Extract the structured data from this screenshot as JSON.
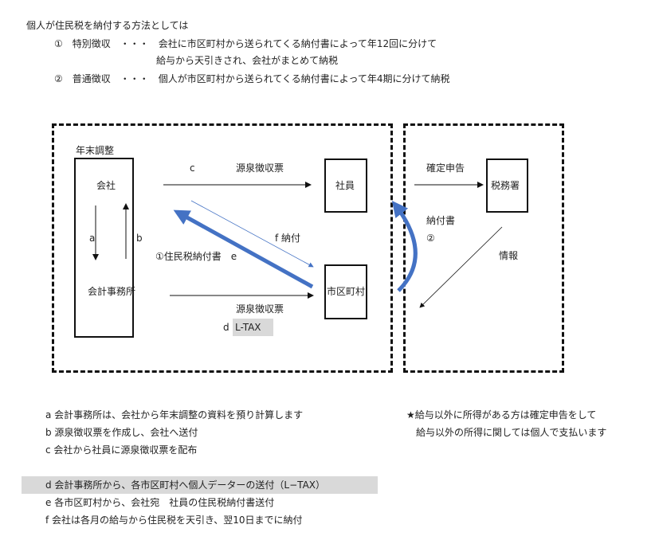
{
  "intro": {
    "heading": "個人が住民税を納付する方法としては",
    "method1_line1": "①　特別徴収　・・・　会社に市区町村から送られてくる納付書によって年12回に分けて",
    "method1_line2": "給与から天引きされ、会社がまとめて納税",
    "method2": "②　普通徴収　・・・　個人が市区町村から送られてくる納付書によって年4期に分けて納税"
  },
  "diagram": {
    "nenmatsu": "年末調整",
    "company": "会社",
    "accounting_office": "会計事務所",
    "employee": "社員",
    "municipality": "市区町村",
    "tax_office": "税務署",
    "label_a": "a",
    "label_b": "b",
    "label_c": "c",
    "gensen_top": "源泉徴収票",
    "gensen_bottom": "源泉徴収票",
    "f_payment": "f 納付",
    "resident_tax_notice": "①住民税納付書　e",
    "label_d": "d",
    "ltax": "L-TAX",
    "kakutei": "確定申告",
    "notice": "納付書",
    "circle2": "②",
    "info": "情報",
    "arrow_color": "#4472c4"
  },
  "notes": {
    "a": "a 会計事務所は、会社から年末調整の資料を預り計算します",
    "b": "b 源泉徴収票を作成し、会社へ送付",
    "c": "c 会社から社員に源泉徴収票を配布",
    "d": "d 会計事務所から、各市区町村へ個人データーの送付（L−TAX）",
    "e": "e 各市区町村から、会社宛　社員の住民税納付書送付",
    "f": "f 会社は各月の給与から住民税を天引き、翌10日までに納付",
    "star_line1": "★給与以外に所得がある方は確定申告をして",
    "star_line2": "給与以外の所得に関しては個人で支払います"
  }
}
